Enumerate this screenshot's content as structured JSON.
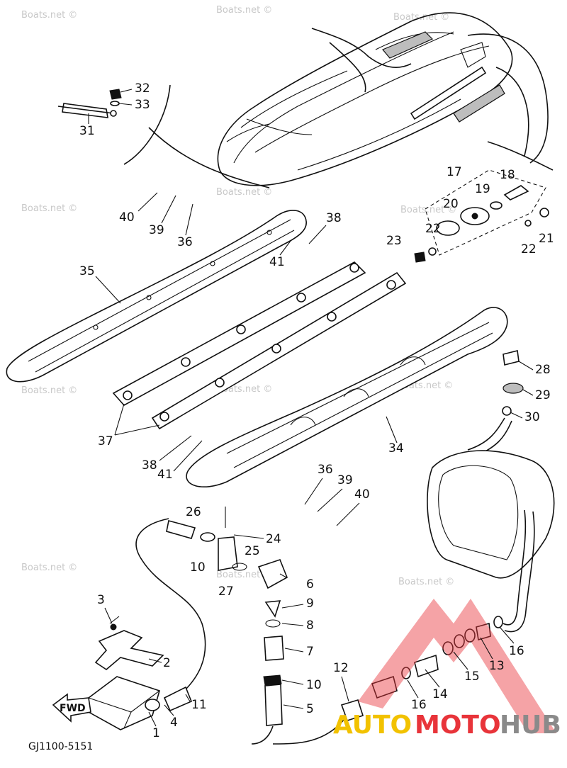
{
  "diagram": {
    "code": "GJ1100-5151",
    "fwd_label": "FWD",
    "watermark": "Boats.net ©",
    "logo": {
      "part1": "AUTO",
      "part2": "MOTO",
      "part3": "HUB",
      "colors": {
        "auto": "#f2c200",
        "moto": "#e8343a",
        "hub": "#8a8a8a",
        "triangle": "#e8343a"
      }
    },
    "callouts": [
      {
        "id": "c32",
        "label": "32"
      },
      {
        "id": "c33",
        "label": "33"
      },
      {
        "id": "c31",
        "label": "31"
      },
      {
        "id": "c17",
        "label": "17"
      },
      {
        "id": "c18",
        "label": "18"
      },
      {
        "id": "c19",
        "label": "19"
      },
      {
        "id": "c20",
        "label": "20"
      },
      {
        "id": "c21",
        "label": "21"
      },
      {
        "id": "c22a",
        "label": "22"
      },
      {
        "id": "c22b",
        "label": "22"
      },
      {
        "id": "c23",
        "label": "23"
      },
      {
        "id": "c40a",
        "label": "40"
      },
      {
        "id": "c39a",
        "label": "39"
      },
      {
        "id": "c36a",
        "label": "36"
      },
      {
        "id": "c38a",
        "label": "38"
      },
      {
        "id": "c41a",
        "label": "41"
      },
      {
        "id": "c35",
        "label": "35"
      },
      {
        "id": "c37",
        "label": "37"
      },
      {
        "id": "c28",
        "label": "28"
      },
      {
        "id": "c29",
        "label": "29"
      },
      {
        "id": "c30",
        "label": "30"
      },
      {
        "id": "c34",
        "label": "34"
      },
      {
        "id": "c38b",
        "label": "38"
      },
      {
        "id": "c41b",
        "label": "41"
      },
      {
        "id": "c36b",
        "label": "36"
      },
      {
        "id": "c39b",
        "label": "39"
      },
      {
        "id": "c40b",
        "label": "40"
      },
      {
        "id": "c26",
        "label": "26"
      },
      {
        "id": "c24",
        "label": "24"
      },
      {
        "id": "c25",
        "label": "25"
      },
      {
        "id": "c10a",
        "label": "10"
      },
      {
        "id": "c27",
        "label": "27"
      },
      {
        "id": "c6",
        "label": "6"
      },
      {
        "id": "c9",
        "label": "9"
      },
      {
        "id": "c8",
        "label": "8"
      },
      {
        "id": "c7",
        "label": "7"
      },
      {
        "id": "c10b",
        "label": "10"
      },
      {
        "id": "c5",
        "label": "5"
      },
      {
        "id": "c3",
        "label": "3"
      },
      {
        "id": "c2",
        "label": "2"
      },
      {
        "id": "c12",
        "label": "12"
      },
      {
        "id": "c1",
        "label": "1"
      },
      {
        "id": "c4",
        "label": "4"
      },
      {
        "id": "c11",
        "label": "11"
      },
      {
        "id": "c16a",
        "label": "16"
      },
      {
        "id": "c16b",
        "label": "16"
      },
      {
        "id": "c14",
        "label": "14"
      },
      {
        "id": "c15",
        "label": "15"
      },
      {
        "id": "c13",
        "label": "13"
      }
    ]
  }
}
